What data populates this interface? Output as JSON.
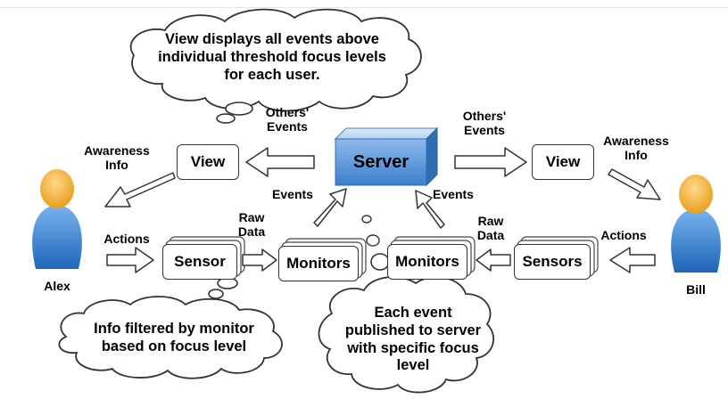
{
  "clouds": {
    "view_note": [
      "View displays all events above",
      "individual threshold focus levels",
      "for each user."
    ],
    "filter_note": [
      "Info filtered by monitor",
      "based on focus level"
    ],
    "publish_note": [
      "Each event",
      "published to server",
      "with specific focus",
      "level"
    ]
  },
  "nodes": {
    "server": "Server",
    "view_left": "View",
    "view_right": "View",
    "sensor_left": "Sensor",
    "sensors_right": "Sensors",
    "monitors_left": "Monitors",
    "monitors_right": "Monitors"
  },
  "users": {
    "left": "Alex",
    "right": "Bill"
  },
  "arrow_labels": {
    "others_events_left": "Others' Events",
    "others_events_right": "Others' Events",
    "awareness_left": "Awareness Info",
    "awareness_right": "Awareness Info",
    "events_left": "Events",
    "events_right": "Events",
    "raw_data_left": "Raw Data",
    "raw_data_right": "Raw Data",
    "actions_left": "Actions",
    "actions_right": "Actions"
  },
  "colors": {
    "server_top": "#bcd6f2",
    "server_front": "#5b95d6",
    "person_head": "#f6b63b",
    "person_body": "#3a87d6"
  }
}
